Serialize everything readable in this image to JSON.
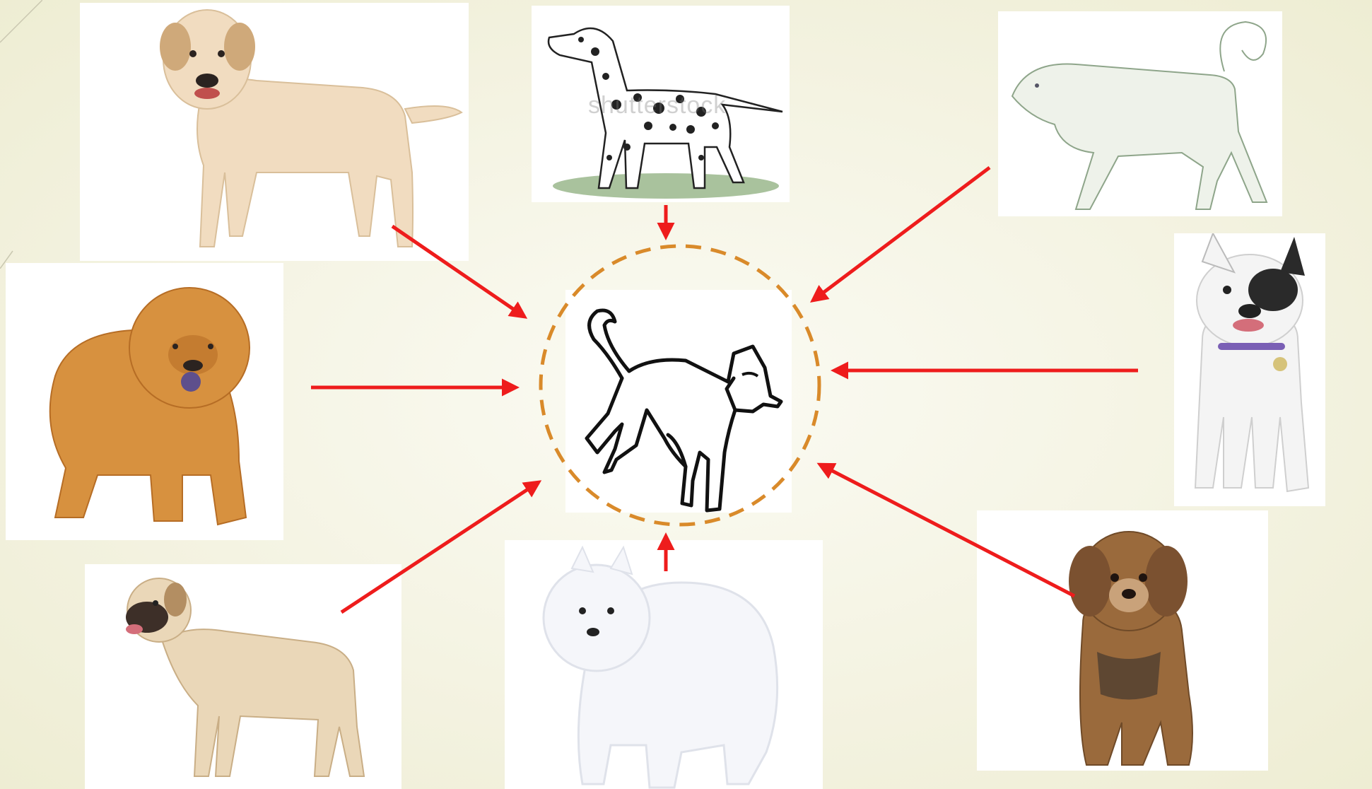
{
  "diagram": {
    "center": {
      "icon": "dog-outline-icon",
      "ring_color": "#d98a2a"
    },
    "arrow_color": "#ee1c1c",
    "breeds": [
      {
        "id": "labrador",
        "icon": "labrador-photo",
        "fur": "#f1dcc0"
      },
      {
        "id": "dalmatian",
        "icon": "dalmatian-drawing",
        "fur": "#ffffff"
      },
      {
        "id": "sketch",
        "icon": "sketched-dog-drawing",
        "fur": "#e3eadf"
      },
      {
        "id": "chow-chow",
        "icon": "chow-chow-photo",
        "fur": "#d7913f"
      },
      {
        "id": "french-bulldog",
        "icon": "french-bulldog-photo",
        "fur": "#f4f4f4"
      },
      {
        "id": "anatolian",
        "icon": "anatolian-shepherd-photo",
        "fur": "#ead7b8"
      },
      {
        "id": "samoyed",
        "icon": "samoyed-photo",
        "fur": "#f5f6fa"
      },
      {
        "id": "yorkie-mix",
        "icon": "yorkie-mix-photo",
        "fur": "#9a6a3c"
      }
    ],
    "watermark": "shutterstock"
  }
}
